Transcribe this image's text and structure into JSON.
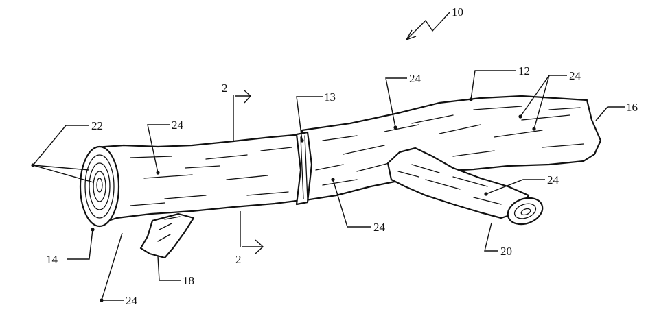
{
  "labels": {
    "fig_ref": "10",
    "branch_main": "12",
    "joint": "13",
    "end_left": "14",
    "end_right": "16",
    "branch_lower": "18",
    "branch_right": "20",
    "rings": "22",
    "texture": "24",
    "section_top": "2",
    "section_bottom": "2"
  },
  "colors": {
    "ink": "#111111",
    "paper": "#ffffff"
  }
}
